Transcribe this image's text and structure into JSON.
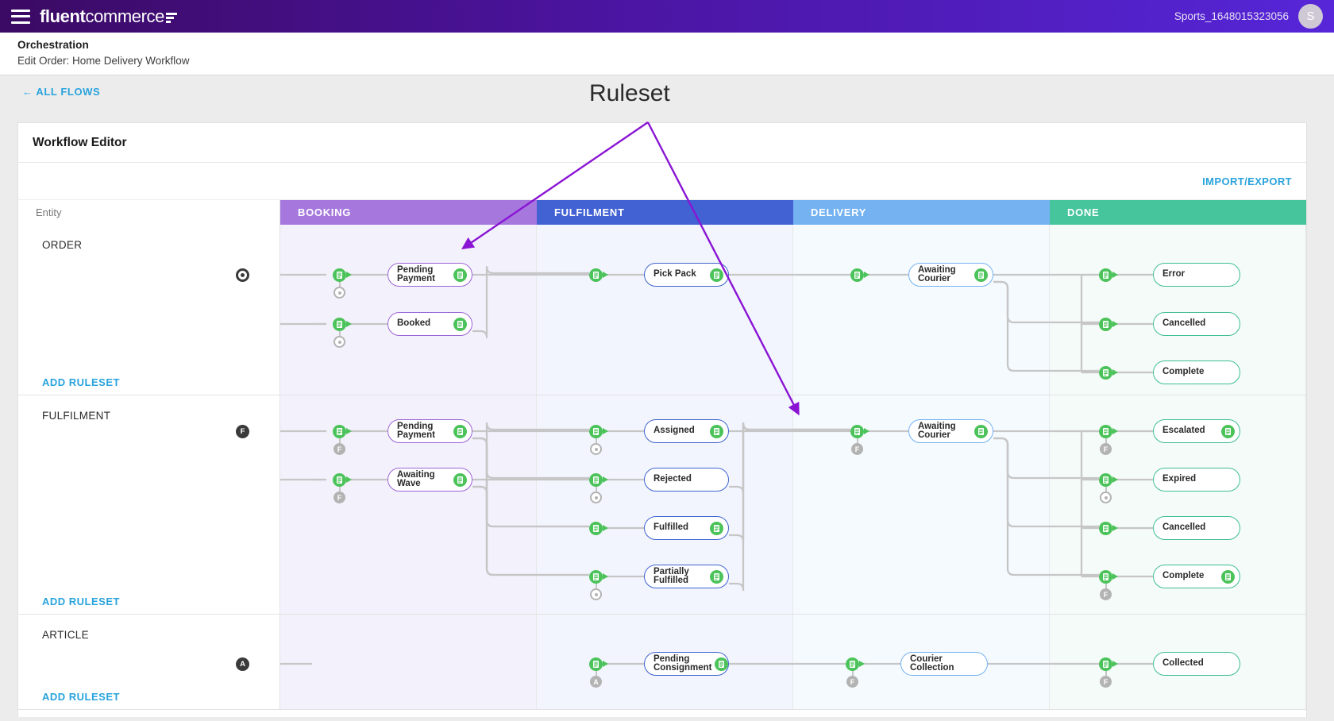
{
  "topbar": {
    "menu_icon": "hamburger-icon",
    "brand_bold": "fluent",
    "brand_light": "commerce",
    "account_label": "Sports_1648015323056",
    "avatar_initial": "S"
  },
  "breadcrumb": {
    "title": "Orchestration",
    "subtitle": "Edit Order: Home Delivery Workflow"
  },
  "page": {
    "back_link": "← ALL FLOWS",
    "annotation_label": "Ruleset",
    "annotation_color": "#8a14d4"
  },
  "card": {
    "title": "Workflow Editor",
    "import_export": "IMPORT/EXPORT"
  },
  "grid": {
    "entity_header": "Entity",
    "columns": [
      {
        "label": "BOOKING",
        "color": "#a678de",
        "lane_bg": "#f3f1fb"
      },
      {
        "label": "FULFILMENT",
        "color": "#4262d4",
        "lane_bg": "#f2f5fd"
      },
      {
        "label": "DELIVERY",
        "color": "#74b2f2",
        "lane_bg": "#f4fafe"
      },
      {
        "label": "DONE",
        "color": "#46c49b",
        "lane_bg": "#f4fbf8"
      }
    ],
    "add_ruleset_label": "ADD RULESET"
  },
  "rows": [
    {
      "entity": "ORDER",
      "start_badge": "O",
      "nodes": [
        {
          "label": "Pending\nPayment",
          "column": "BOOKING",
          "has_icon": true
        },
        {
          "label": "Booked",
          "column": "BOOKING",
          "has_icon": true
        },
        {
          "label": "Pick Pack",
          "column": "FULFILMENT",
          "has_icon": true
        },
        {
          "label": "Awaiting\nCourier",
          "column": "DELIVERY",
          "has_icon": true
        },
        {
          "label": "Error",
          "column": "DONE",
          "has_icon": false
        },
        {
          "label": "Cancelled",
          "column": "DONE",
          "has_icon": false
        },
        {
          "label": "Complete",
          "column": "DONE",
          "has_icon": false
        }
      ],
      "ruleset_badges": [
        "O",
        "O"
      ]
    },
    {
      "entity": "FULFILMENT",
      "start_badge": "F",
      "nodes": [
        {
          "label": "Pending\nPayment",
          "column": "BOOKING",
          "has_icon": true
        },
        {
          "label": "Awaiting\nWave",
          "column": "BOOKING",
          "has_icon": true
        },
        {
          "label": "Assigned",
          "column": "FULFILMENT",
          "has_icon": true
        },
        {
          "label": "Rejected",
          "column": "FULFILMENT",
          "has_icon": false
        },
        {
          "label": "Fulfilled",
          "column": "FULFILMENT",
          "has_icon": true
        },
        {
          "label": "Partially\nFulfilled",
          "column": "FULFILMENT",
          "has_icon": true
        },
        {
          "label": "Awaiting\nCourier",
          "column": "DELIVERY",
          "has_icon": true
        },
        {
          "label": "Escalated",
          "column": "DONE",
          "has_icon": true
        },
        {
          "label": "Expired",
          "column": "DONE",
          "has_icon": false
        },
        {
          "label": "Cancelled",
          "column": "DONE",
          "has_icon": false
        },
        {
          "label": "Complete",
          "column": "DONE",
          "has_icon": true
        }
      ],
      "ruleset_badges": [
        "F",
        "F",
        "O",
        "O",
        "O",
        "F",
        "F",
        "O",
        "F"
      ]
    },
    {
      "entity": "ARTICLE",
      "start_badge": "A",
      "nodes": [
        {
          "label": "Pending\nConsignment",
          "column": "FULFILMENT",
          "has_icon": true
        },
        {
          "label": "Courier Collection",
          "column": "DELIVERY",
          "has_icon": false
        },
        {
          "label": "Collected",
          "column": "DONE",
          "has_icon": false
        }
      ],
      "ruleset_badges": [
        "A",
        "F",
        "F"
      ]
    }
  ]
}
